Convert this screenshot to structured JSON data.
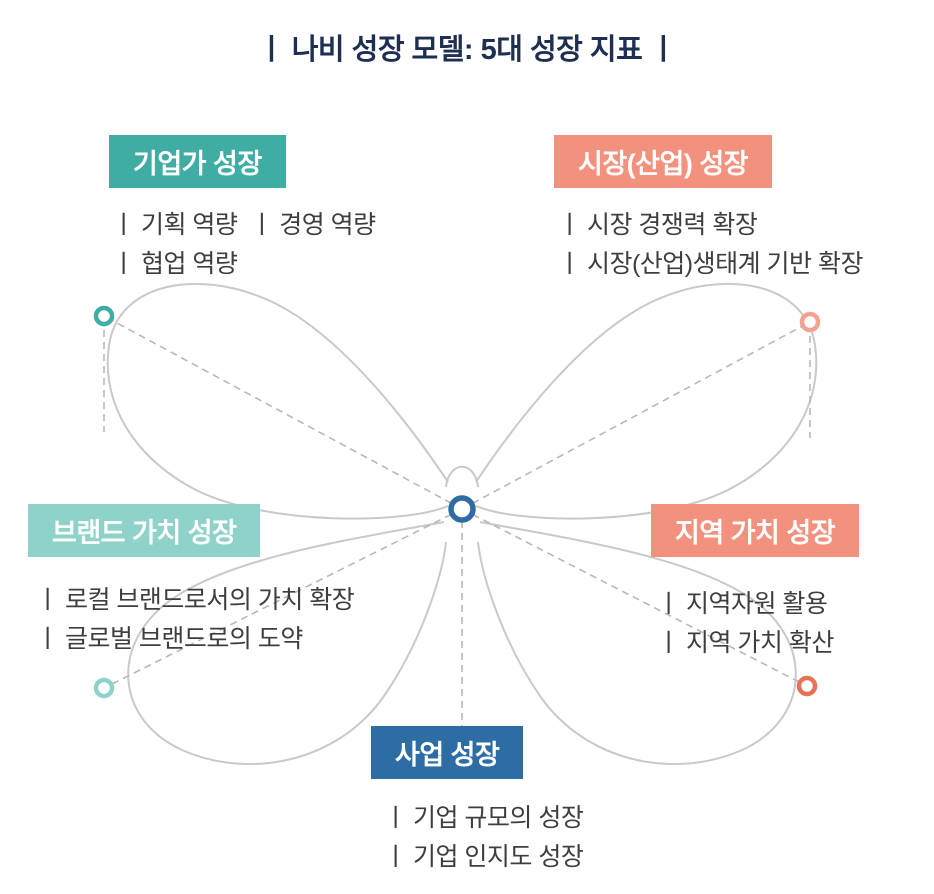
{
  "title": "ㅣ 나비 성장 모델: 5대 성장 지표 ㅣ",
  "nodes": [
    {
      "id": "entrepreneur",
      "label": "기업가 성장",
      "color": "#3fada3",
      "dot": "#3fada3",
      "items": [
        "ㅣ 기획 역량  ㅣ 경영 역량",
        "ㅣ 협업 역량"
      ]
    },
    {
      "id": "market",
      "label": "시장(산업) 성장",
      "color": "#f2917e",
      "dot": "#f2a28f",
      "items": [
        "ㅣ 시장 경쟁력 확장",
        "ㅣ 시장(산업)생태계 기반 확장"
      ]
    },
    {
      "id": "brand",
      "label": "브랜드 가치 성장",
      "color": "#8fd2ca",
      "dot": "#8fd2ca",
      "items": [
        "ㅣ 로컬 브랜드로서의 가치 확장",
        "ㅣ 글로벌 브랜드로의 도약"
      ]
    },
    {
      "id": "region",
      "label": "지역 가치 성장",
      "color": "#f2917e",
      "dot": "#e87258",
      "items": [
        "ㅣ 지역자원 활용",
        "ㅣ 지역 가치 확산"
      ]
    },
    {
      "id": "business",
      "label": "사업 성장",
      "color": "#2e6da4",
      "dot": "#2e6da4",
      "items": [
        "ㅣ 기업 규모의 성장",
        "ㅣ 기업 인지도 성장"
      ]
    }
  ],
  "style_colors": {
    "title_text": "#1e2f51",
    "item_text": "#3e3e3e",
    "butterfly_outline": "#c9c9c9",
    "dashed_line": "#b8b8b8"
  }
}
